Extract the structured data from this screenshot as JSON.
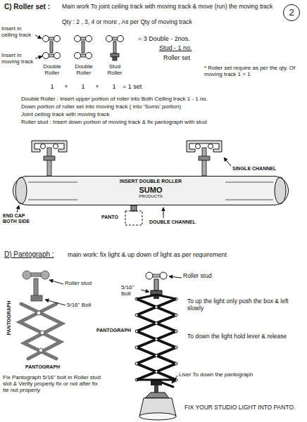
{
  "diagram": {
    "nodes": [
      {
        "text": [
          "2"
        ]
      },
      {
        "text": [
          "INSERT DOUBLE ROLLER",
          "SUMO",
          "PRODUCTS"
        ]
      }
    ],
    "labels": [
      "C) Roller set :",
      "Main work To joint ceiling track with moving track & move (run) the moving track",
      "Qty : 2 , 3, 4 or more , As per Qty of moving track",
      "Insert in ceiling track",
      "Insert in moving track",
      "Double Roller",
      "Double Roller",
      "Stud Roller",
      "1",
      "+",
      "1",
      "+",
      "1",
      "= 1 set",
      "= 3 Double - 2nos.",
      "Stud - 1 no.",
      "Roller set",
      "* Roller set require as per the qty. Of moving track 1 = 1",
      "Double Roller : Insert upper portion of roller into Both Ceiling track 1 - 1 no.",
      "Down portion of roller set into moving track ( into 'Sumo' portion)",
      "Joint ceiling track with moving track",
      "Roller stud : Insert down portion of moving track & fix pantograph with stud",
      "SINGLE CHANNEL",
      "END CAP BOTH SIDE",
      "PANTO",
      "DOUBLE CHANNEL",
      "D) Pantograph :",
      "main work: fix light & up down of light as per requirement",
      "Roller stud",
      "5/16\" Bolt",
      "PANTOGRAPH",
      "PANTOGRAPH",
      "Roller stud",
      "5/16\" Bolt",
      "PANTOGRAPH",
      "To up the light only push the box & left slowly",
      "To down the light hold lever & release",
      "Liver To down the pantograph",
      "Fix Pantograph 5/16\" bolt in Roller stud slot & Verify properly fix or not after fix tie nut properly",
      "FIX YOUR STUDIO LIGHT INTO PANTO."
    ]
  }
}
